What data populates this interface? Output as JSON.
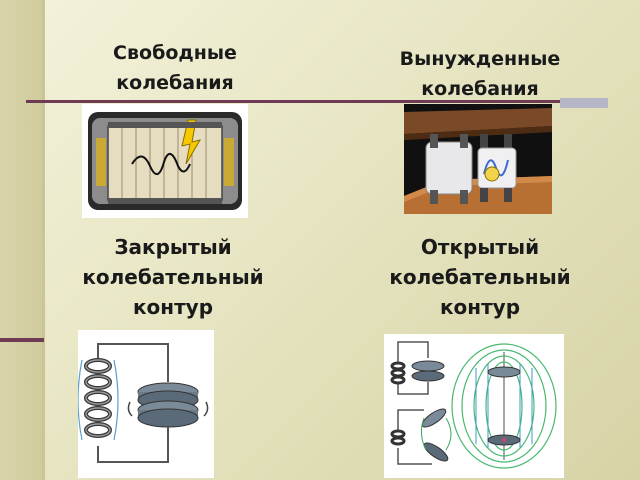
{
  "headings": {
    "free_oscillations": "Свободные колебания",
    "forced_oscillations": "Вынужденные колебания",
    "closed_circuit": "Закрытый колебательный контур",
    "open_circuit": "Открытый колебательный контур"
  },
  "colors": {
    "accent_line": "#6e3b52",
    "background": "#e8e6c4"
  },
  "icons": [
    "oscillograph-illustration",
    "vibrating-table-illustration",
    "closed-lc-circuit-illustration",
    "open-lc-circuit-illustration"
  ]
}
